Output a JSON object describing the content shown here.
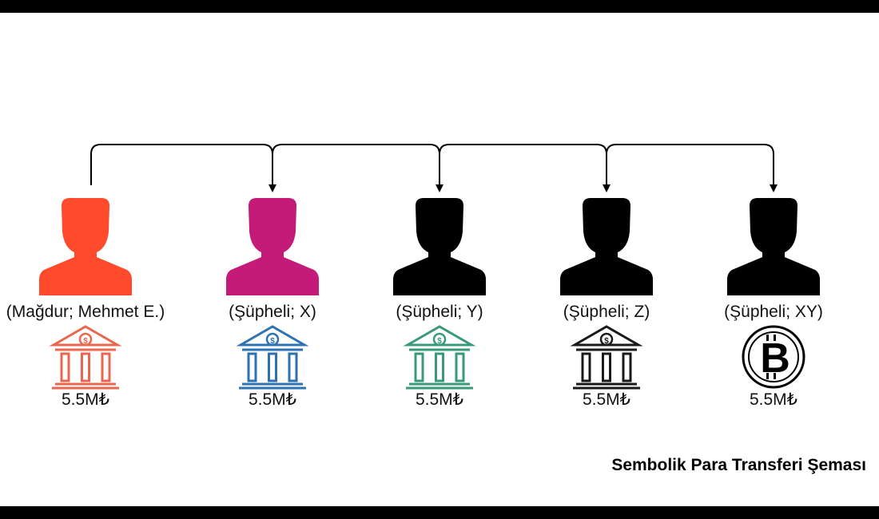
{
  "nodes": [
    {
      "label": "(Mağdur; Mehmet E.)",
      "amount": "5.5M₺",
      "person_color": "#ff4a2c",
      "account_icon": "bank-icon",
      "account_color": "#e8674e"
    },
    {
      "label": "(Şüpheli; X)",
      "amount": "5.5M₺",
      "person_color": "#c41b78",
      "account_icon": "bank-icon",
      "account_color": "#2e72b2"
    },
    {
      "label": "(Şüpheli; Y)",
      "amount": "5.5M₺",
      "person_color": "#000000",
      "account_icon": "bank-icon",
      "account_color": "#3a9a77"
    },
    {
      "label": "(Şüpheli; Z)",
      "amount": "5.5M₺",
      "person_color": "#000000",
      "account_icon": "bank-icon",
      "account_color": "#1a1a1a"
    },
    {
      "label": "(Şüpheli; XY)",
      "amount": "5.5M₺",
      "person_color": "#000000",
      "account_icon": "bitcoin-icon",
      "account_color": "#000000"
    }
  ],
  "caption": "Sembolik Para Transferi Şeması"
}
